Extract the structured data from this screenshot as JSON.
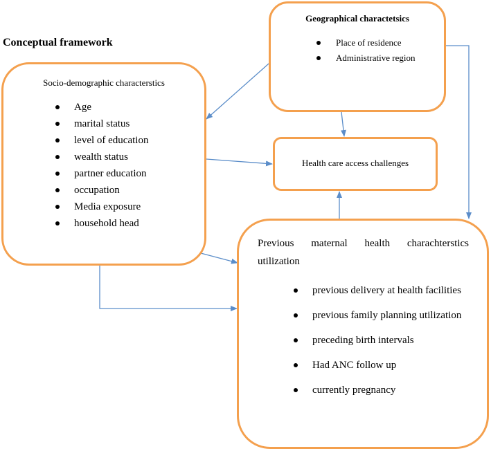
{
  "title": "Conceptual framework",
  "boxes": {
    "geographical": {
      "title": "Geographical charactetsics",
      "items": [
        "Place of residence",
        "Administrative region"
      ]
    },
    "socio_demographic": {
      "title": "Socio-demographic characterstics",
      "items": [
        "Age",
        "marital status",
        "level of education",
        "wealth status",
        "partner education",
        "occupation",
        "Media exposure",
        "household head"
      ]
    },
    "health_access": {
      "title": "Health care access challenges"
    },
    "previous_maternal": {
      "title": "Previous maternal health charachterstics utilization",
      "items": [
        "previous delivery at health facilities",
        "previous family planning utilization",
        "preceding birth intervals",
        "Had ANC follow up",
        "currently pregnancy"
      ]
    }
  },
  "edges": [
    {
      "from": "geographical",
      "to": "socio_demographic"
    },
    {
      "from": "geographical",
      "to": "health_access"
    },
    {
      "from": "geographical",
      "to": "previous_maternal"
    },
    {
      "from": "socio_demographic",
      "to": "health_access"
    },
    {
      "from": "socio_demographic",
      "to": "previous_maternal"
    },
    {
      "from": "socio_demographic",
      "to": "previous_maternal"
    },
    {
      "from": "previous_maternal",
      "to": "health_access"
    }
  ],
  "colors": {
    "box_border": "#F4A04E",
    "arrow": "#5B8DC9",
    "text": "#000000"
  }
}
